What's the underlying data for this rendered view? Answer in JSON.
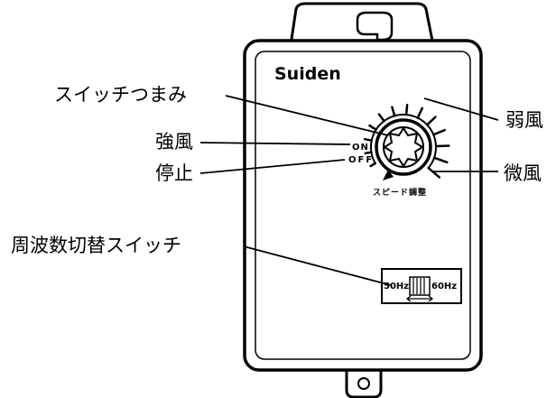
{
  "device": {
    "brand": "Suiden",
    "switch_on": "ON",
    "switch_off": "OFF",
    "speed_label": "スピード調整",
    "freq_left": "50Hz",
    "freq_right": "60Hz"
  },
  "callouts": {
    "knob": "スイッチつまみ",
    "strong": "強風",
    "stop": "停止",
    "freq_switch": "周波数切替スイッチ",
    "weak": "弱風",
    "micro": "微風"
  },
  "colors": {
    "line": "#000000",
    "paper": "#ffffff"
  }
}
